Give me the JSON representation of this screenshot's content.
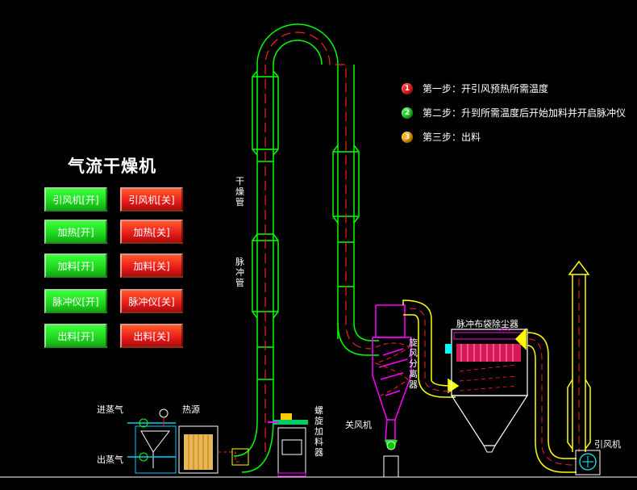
{
  "title": "气流干燥机",
  "buttons": {
    "fan_on": "引风机[开]",
    "fan_off": "引风机[关]",
    "heat_on": "加热[开]",
    "heat_off": "加热[关]",
    "feed_on": "加料[开]",
    "feed_off": "加料[关]",
    "pulse_on": "脉冲仪[开]",
    "pulse_off": "脉冲仪[关]",
    "discharge_on": "出料[开]",
    "discharge_off": "出料[关]"
  },
  "steps": [
    {
      "num": "1",
      "text": "第一步：开引风预热所需温度",
      "color": "#ff2020"
    },
    {
      "num": "2",
      "text": "第二步：升到所需温度后开始加料并开启脉冲仪",
      "color": "#22dd22"
    },
    {
      "num": "3",
      "text": "第三步：出料",
      "color": "#ffaa00"
    }
  ],
  "labels": {
    "steam_in": "进蒸气",
    "steam_out": "出蒸气",
    "heat_source": "热源",
    "drying_tube": "干燥管",
    "pulse_tube": "脉冲管",
    "screw_feeder": "螺旋加料器",
    "cyclone": "旋风分离器",
    "closing_fan": "关风机",
    "bag_filter": "脉冲布袋除尘器",
    "induced_fan": "引风机"
  },
  "colors": {
    "on": "#22dd22",
    "off": "#e81a1a",
    "pipe_green": "#00ff00",
    "pipe_yellow": "#ffff00",
    "magenta": "#ff00ff",
    "centerline": "#ff2020"
  }
}
